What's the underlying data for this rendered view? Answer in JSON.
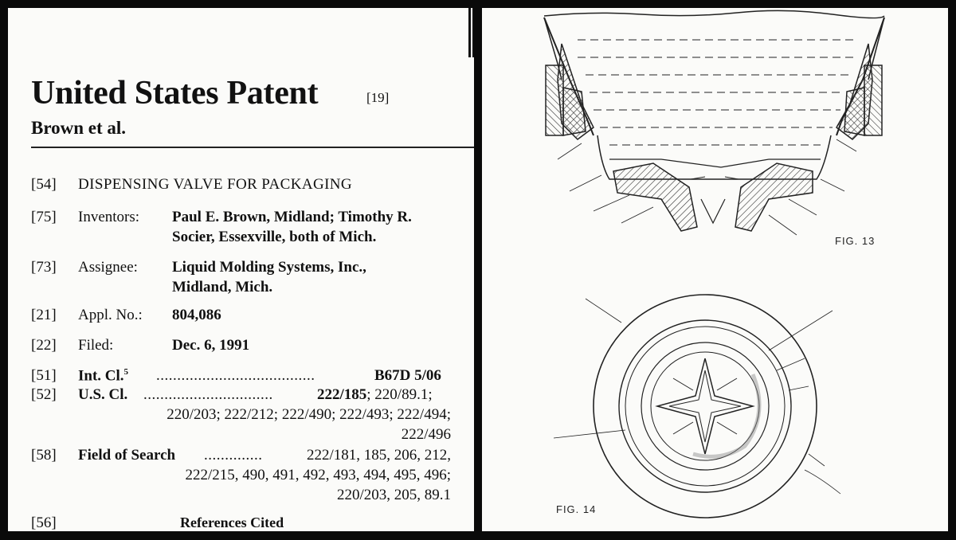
{
  "patent": {
    "title": "United States Patent",
    "title_code": "[19]",
    "author": "Brown et al.",
    "fields": {
      "f54": {
        "code": "[54]",
        "text": "DISPENSING VALVE FOR PACKAGING"
      },
      "f75": {
        "code": "[75]",
        "label": "Inventors:",
        "line1": "Paul E. Brown, Midland; Timothy R.",
        "line2": "Socier, Essexville, both of Mich."
      },
      "f73": {
        "code": "[73]",
        "label": "Assignee:",
        "line1": "Liquid Molding Systems, Inc.,",
        "line2": "Midland, Mich."
      },
      "f21": {
        "code": "[21]",
        "label": "Appl. No.:",
        "value": "804,086"
      },
      "f22": {
        "code": "[22]",
        "label": "Filed:",
        "value": "Dec. 6, 1991"
      },
      "f51": {
        "code": "[51]",
        "label": "Int. Cl.",
        "superscript": "5",
        "dots": "......................................",
        "value": "B67D 5/06"
      },
      "f52": {
        "code": "[52]",
        "label": "U.S. Cl.",
        "dots": "...............................",
        "value_bold": "222/185",
        "line1_rest": "; 220/89.1;",
        "line2": "220/203; 222/212; 222/490; 222/493; 222/494;",
        "line3": "222/496"
      },
      "f58": {
        "code": "[58]",
        "label": "Field of Search",
        "dots": "..............",
        "line1": "222/181, 185, 206, 212,",
        "line2": "222/215, 490, 491, 492, 493, 494, 495, 496;",
        "line3": "220/203, 205, 89.1"
      },
      "f56": {
        "code": "[56]",
        "text": "References Cited"
      }
    }
  },
  "figures": {
    "fig13_caption": "FIG. 13",
    "fig14_caption": "FIG. 14"
  }
}
